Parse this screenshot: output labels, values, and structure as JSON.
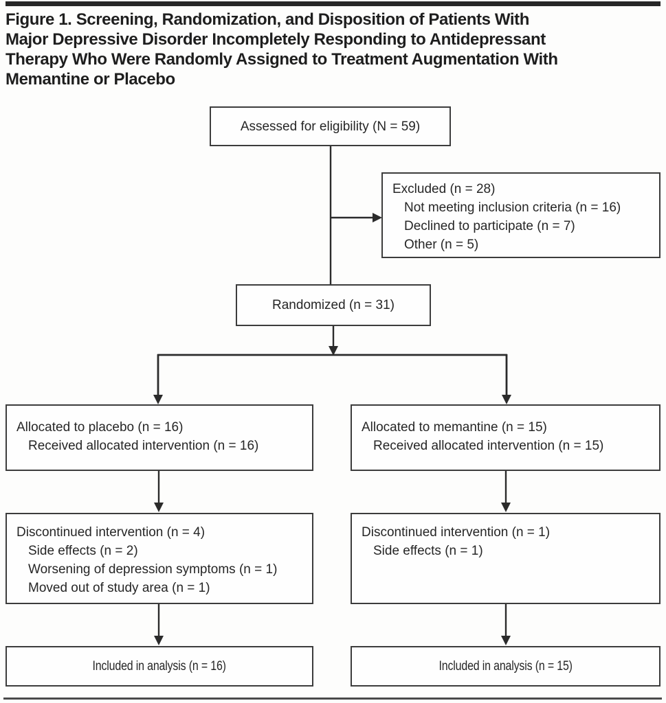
{
  "colors": {
    "top_rule": "#272727",
    "bottom_rule": "#4a4a4a",
    "box_border": "#3c3c3c",
    "connector": "#2b2b2b",
    "text": "#262626"
  },
  "figure_title": {
    "lines": [
      "Figure 1. Screening, Randomization, and Disposition of Patients With",
      "Major Depressive Disorder Incompletely Responding to Antidepressant",
      "Therapy Who Were Randomly Assigned to Treatment Augmentation With",
      "Memantine or Placebo"
    ]
  },
  "flowchart": {
    "assessed": {
      "label": "Assessed for eligibility (N = 59)"
    },
    "excluded": {
      "title": "Excluded (n = 28)",
      "reasons": [
        "Not meeting inclusion criteria (n = 16)",
        "Declined to participate (n = 7)",
        "Other (n = 5)"
      ]
    },
    "randomized": {
      "label": "Randomized (n = 31)"
    },
    "placebo_arm": {
      "allocation": {
        "title": "Allocated to placebo (n = 16)",
        "details": [
          "Received allocated intervention (n = 16)"
        ]
      },
      "discontinued": {
        "title": "Discontinued intervention (n = 4)",
        "reasons": [
          "Side effects (n = 2)",
          "Worsening of depression symptoms (n = 1)",
          "Moved out of study area (n = 1)"
        ]
      },
      "analysis": {
        "label": "Included in analysis (n = 16)"
      }
    },
    "memantine_arm": {
      "allocation": {
        "title": "Allocated to memantine (n = 15)",
        "details": [
          "Received allocated intervention (n = 15)"
        ]
      },
      "discontinued": {
        "title": "Discontinued intervention (n = 1)",
        "reasons": [
          "Side effects (n = 1)"
        ]
      },
      "analysis": {
        "label": "Included in analysis (n = 15)"
      }
    }
  }
}
